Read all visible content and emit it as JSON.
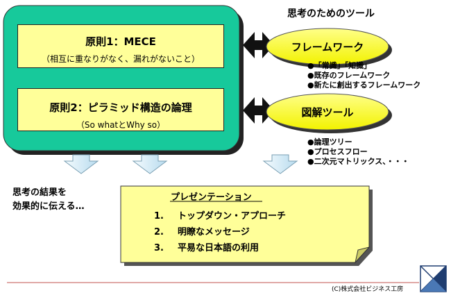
{
  "header": {
    "tools_title": "思考のためのツール"
  },
  "principles": [
    {
      "title": "原則1：MECE",
      "subtitle": "（相互に重なりがなく、漏れがないこと）"
    },
    {
      "title": "原則2：ピラミッド構造の論理",
      "subtitle": "（So whatとWhy so）"
    }
  ],
  "tools": [
    {
      "name": "フレームワーク",
      "items": [
        "「常識」「知識」",
        "既存のフレームワーク",
        "新たに創出するフレームワーク"
      ]
    },
    {
      "name": "図解ツール",
      "items": [
        "論理ツリー",
        "プロセスフロー",
        "二次元マトリックス、・・・"
      ]
    }
  ],
  "result_text": {
    "line1": "思考の結果を",
    "line2": "効果的に伝える…"
  },
  "presentation": {
    "title": "プレゼンテーション",
    "items": [
      {
        "num": "1.",
        "text": "トップダウン・アプローチ"
      },
      {
        "num": "2.",
        "text": "明瞭なメッセージ"
      },
      {
        "num": "3.",
        "text": "平易な日本語の利用"
      }
    ]
  },
  "footer": {
    "copyright": "(C)株式会社ビジネス工房"
  },
  "colors": {
    "green_panel": "#17c99b",
    "box_yellow": "#ffff99",
    "ellipse_yellow": "#ffff66",
    "note_yellow": "#ffff99",
    "arrow_blue": "#dbeef7",
    "line_red": "#c0504d"
  }
}
